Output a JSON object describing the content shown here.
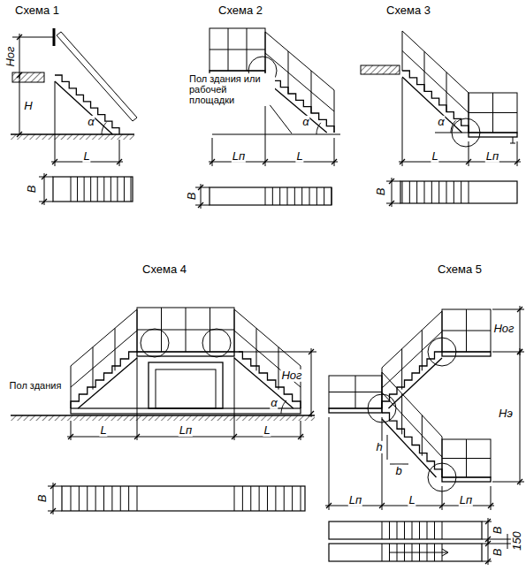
{
  "diagram": {
    "labels": [
      "Схема 1",
      "Hог",
      "H",
      "α",
      "L",
      "B",
      "Схема 2",
      "Пол здания или рабочей площадки",
      "α",
      "Lп",
      "L",
      "B",
      "Схема 3",
      "α",
      "L",
      "Lп",
      "B",
      "Схема 4",
      "Пол здания",
      "α",
      "Hог",
      "L",
      "Lп",
      "L",
      "B",
      "Схема 5",
      "Hог",
      "Hэ",
      "h",
      "b",
      "Lп",
      "L",
      "Lп",
      "B",
      "150",
      "B"
    ]
  }
}
